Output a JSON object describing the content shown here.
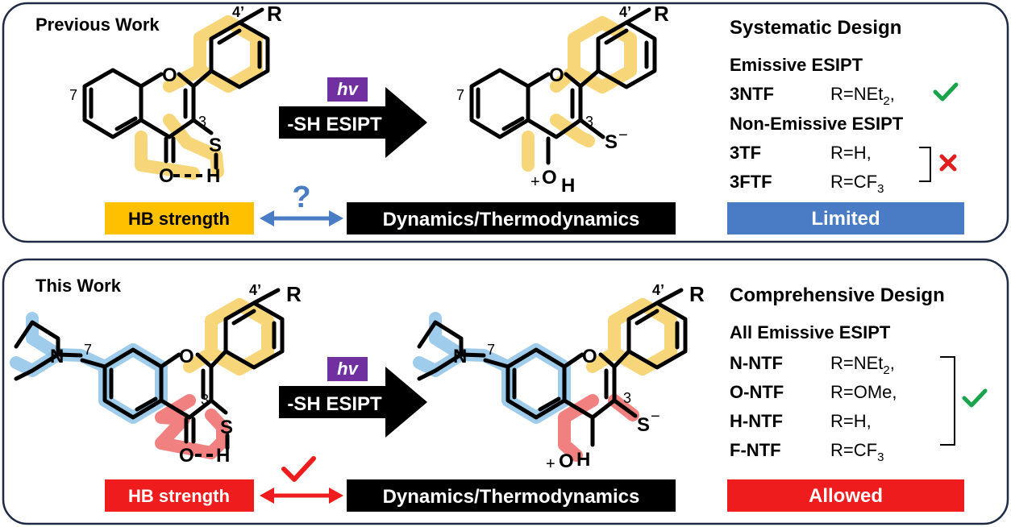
{
  "top": {
    "heading": "Previous Work",
    "hv": "hv",
    "arrow_label": "-SH ESIPT",
    "question": "?",
    "hb_label": "HB strength",
    "dyn_label": "Dynamics/Thermodynamics",
    "side_heading": "Systematic Design",
    "group1_title": "Emissive ESIPT",
    "group1_items": [
      {
        "name": "3NTF",
        "r": "R=NEt",
        "sub": "2",
        "tail": ","
      }
    ],
    "group2_title": "Non-Emissive ESIPT",
    "group2_items": [
      {
        "name": "3TF",
        "r": "R=H,",
        "sub": "",
        "tail": ""
      },
      {
        "name": "3FTF",
        "r": "R=CF",
        "sub": "3",
        "tail": ""
      }
    ],
    "status_label": "Limited",
    "status_color": "#4a7cc6"
  },
  "bottom": {
    "heading": "This Work",
    "hv": "hv",
    "arrow_label": "-SH ESIPT",
    "hb_label": "HB strength",
    "dyn_label": "Dynamics/Thermodynamics",
    "side_heading": "Comprehensive Design",
    "group_title": "All Emissive ESIPT",
    "items": [
      {
        "name": "N-NTF",
        "r": "R=NEt",
        "sub": "2",
        "tail": ","
      },
      {
        "name": "O-NTF",
        "r": "R=OMe,",
        "sub": "",
        "tail": ""
      },
      {
        "name": "H-NTF",
        "r": "R=H,",
        "sub": "",
        "tail": ""
      },
      {
        "name": "F-NTF",
        "r": "R=CF",
        "sub": "3",
        "tail": ""
      }
    ],
    "status_label": "Allowed",
    "status_color": "#ee1c1c"
  },
  "molecule_labels": {
    "O": "O",
    "S": "S",
    "H": "H",
    "R": "R",
    "N": "N",
    "pos4": "4’",
    "pos3": "3",
    "pos7": "7",
    "minus": "−",
    "plus": "+"
  },
  "colors": {
    "hv_bg": "#7030a0",
    "hb_top_bg": "#ffc000",
    "check": "#19a34a",
    "cross": "#e02020",
    "arrow_blue": "#4a7cc6",
    "arrow_red": "#ee1c1c",
    "glow_yellow": "#f6cf63",
    "glow_blue": "#8ec3e8",
    "glow_red": "#ef6a6a"
  }
}
